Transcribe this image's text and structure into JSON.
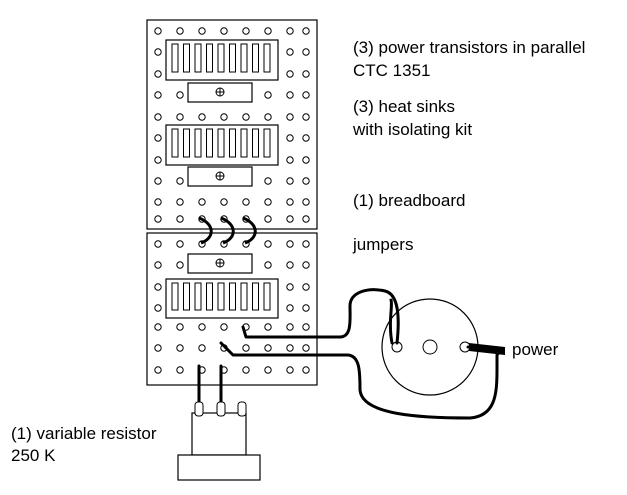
{
  "labels": {
    "transistors_line1": "(3) power transistors in parallel",
    "transistors_line2": "CTC 1351",
    "heatsinks_line1": "(3) heat sinks",
    "heatsinks_line2": "with isolating kit",
    "breadboard": "(1) breadboard",
    "jumpers": "jumpers",
    "power": "power",
    "resistor_line1": "(1) variable resistor",
    "resistor_line2": "250 K"
  },
  "colors": {
    "line": "#000000",
    "background": "#ffffff"
  }
}
